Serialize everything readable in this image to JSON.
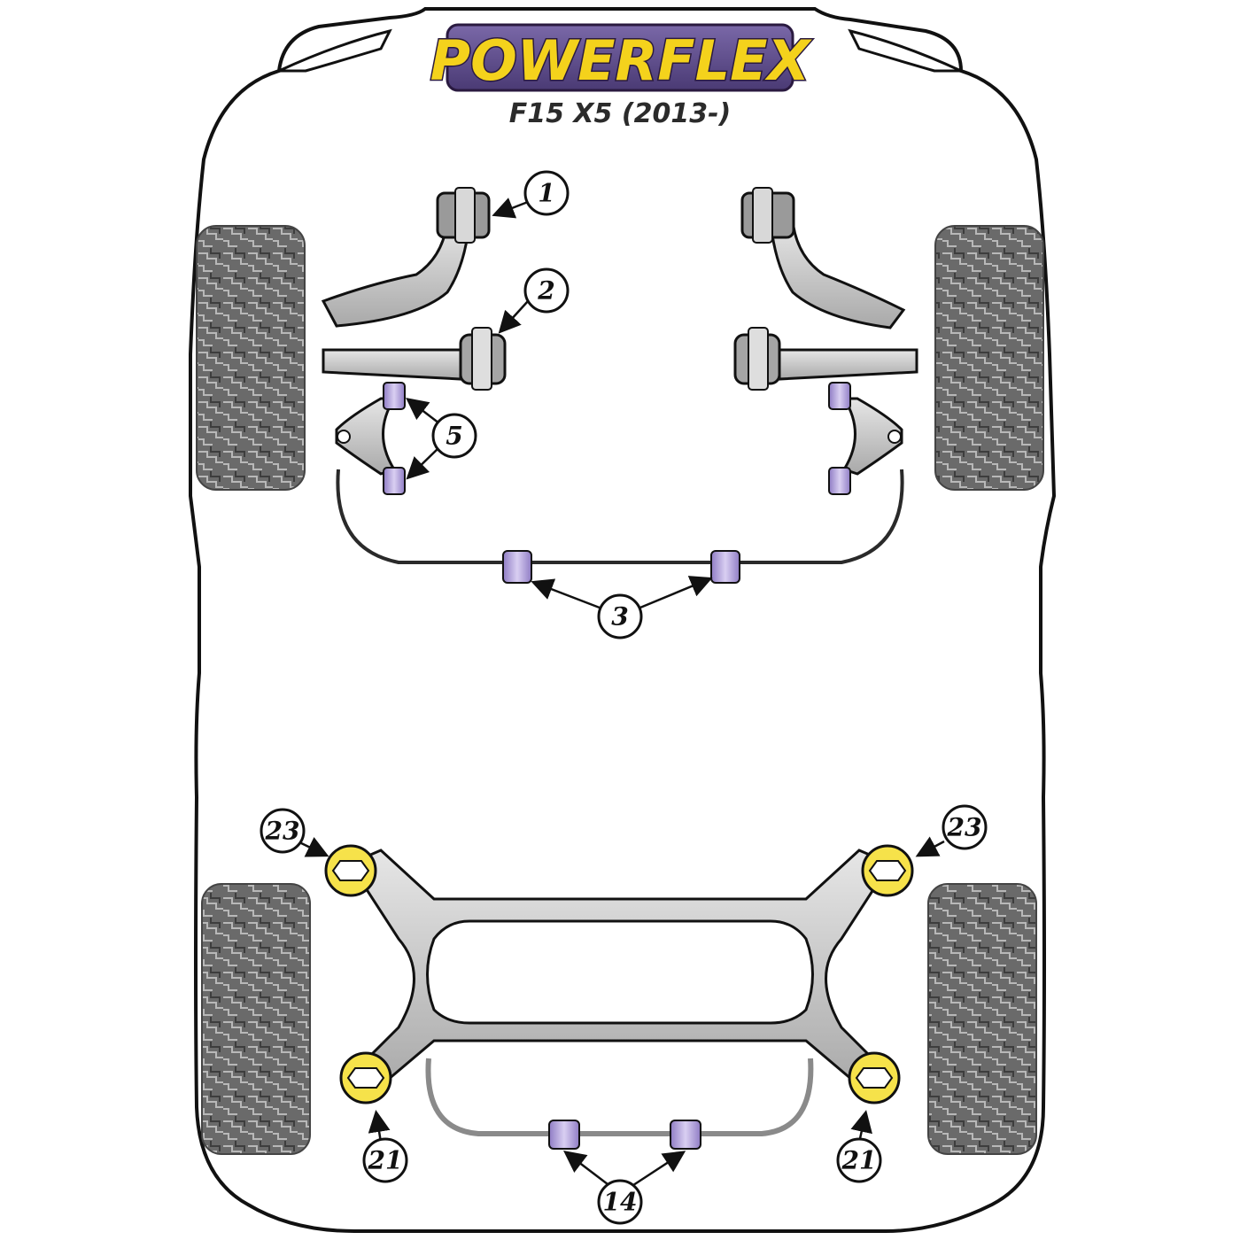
{
  "header": {
    "brand": "POWERFLEX",
    "model": "F15 X5 (2013-)"
  },
  "colors": {
    "logo_purple": "#5a4a86",
    "logo_yellow": "#f4d21c",
    "bushing_purple": "#b9a9dc",
    "bushing_yellow": "#f6e24a",
    "part_grey": "#cfcfcf",
    "tyre_grey": "#6e6e6e"
  },
  "callouts": [
    {
      "id": "1",
      "label": "1"
    },
    {
      "id": "2",
      "label": "2"
    },
    {
      "id": "5",
      "label": "5"
    },
    {
      "id": "3",
      "label": "3"
    },
    {
      "id": "23L",
      "label": "23"
    },
    {
      "id": "23R",
      "label": "23"
    },
    {
      "id": "21L",
      "label": "21"
    },
    {
      "id": "21R",
      "label": "21"
    },
    {
      "id": "14",
      "label": "14"
    }
  ]
}
